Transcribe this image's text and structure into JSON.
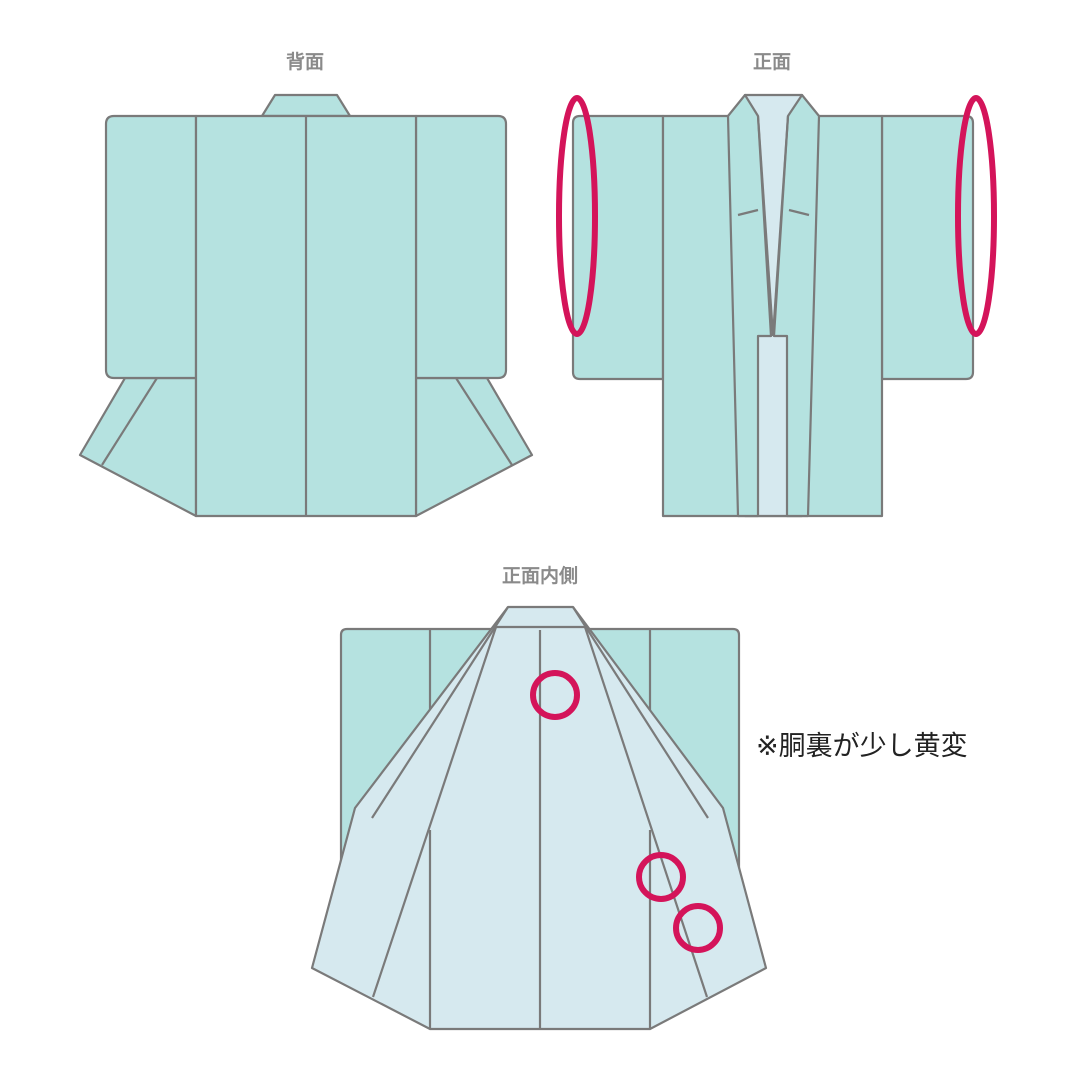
{
  "views": {
    "back": {
      "label": "背面"
    },
    "front": {
      "label": "正面"
    },
    "inside": {
      "label": "正面内側"
    }
  },
  "note": "※胴裏が少し黄変",
  "colors": {
    "body": "#b5e2e0",
    "lining": "#d6e9ef",
    "line": "#7a7a7a",
    "mark": "#d4145a"
  },
  "markers": {
    "sleeve_ovals": 2,
    "stain_circles": 3
  }
}
